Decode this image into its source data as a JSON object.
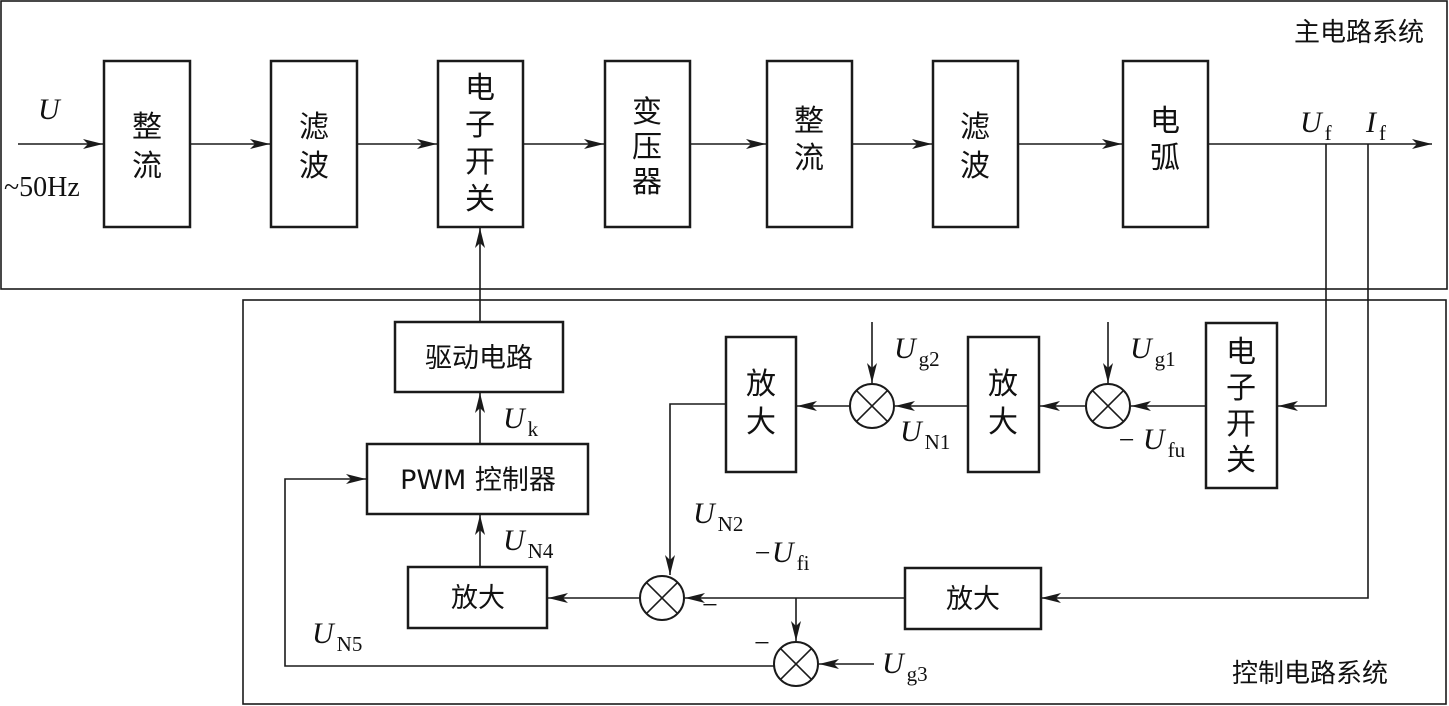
{
  "main_title": "主电路系统",
  "control_title": "控制电路系统",
  "input": {
    "voltage_symbol": "U",
    "frequency": "~50Hz"
  },
  "main_chain": [
    {
      "lines": [
        "整",
        "流"
      ]
    },
    {
      "lines": [
        "滤",
        "波"
      ]
    },
    {
      "lines": [
        "电",
        "子",
        "开",
        "关"
      ]
    },
    {
      "lines": [
        "变",
        "压",
        "器"
      ]
    },
    {
      "lines": [
        "整",
        "流"
      ]
    },
    {
      "lines": [
        "滤",
        "波"
      ]
    },
    {
      "lines": [
        "电",
        "弧"
      ]
    }
  ],
  "outputs": {
    "uf": {
      "sym": "U",
      "sub": "f"
    },
    "if": {
      "sym": "I",
      "sub": "f"
    }
  },
  "control_blocks": {
    "drive": "驱动电路",
    "pwm": "PWM 控制器",
    "amp1": [
      "放",
      "大"
    ],
    "amp2": [
      "放",
      "大"
    ],
    "switch": [
      "电",
      "子",
      "开",
      "关"
    ],
    "amp_n4": "放大",
    "amp_current": "放大"
  },
  "signals": {
    "uk": {
      "sym": "U",
      "sub": "k"
    },
    "ug1": {
      "sym": "U",
      "sub": "g1"
    },
    "ug2": {
      "sym": "U",
      "sub": "g2"
    },
    "ug3": {
      "sym": "U",
      "sub": "g3"
    },
    "ufu": {
      "prefix": "− ",
      "sym": "U",
      "sub": "fu"
    },
    "ufi": {
      "prefix": "−",
      "sym": "U",
      "sub": "fi"
    },
    "un1": {
      "sym": "U",
      "sub": "N1"
    },
    "un2": {
      "sym": "U",
      "sub": "N2"
    },
    "un4": {
      "sym": "U",
      "sub": "N4"
    },
    "un5": {
      "sym": "U",
      "sub": "N5"
    }
  },
  "minus_sign": "−"
}
